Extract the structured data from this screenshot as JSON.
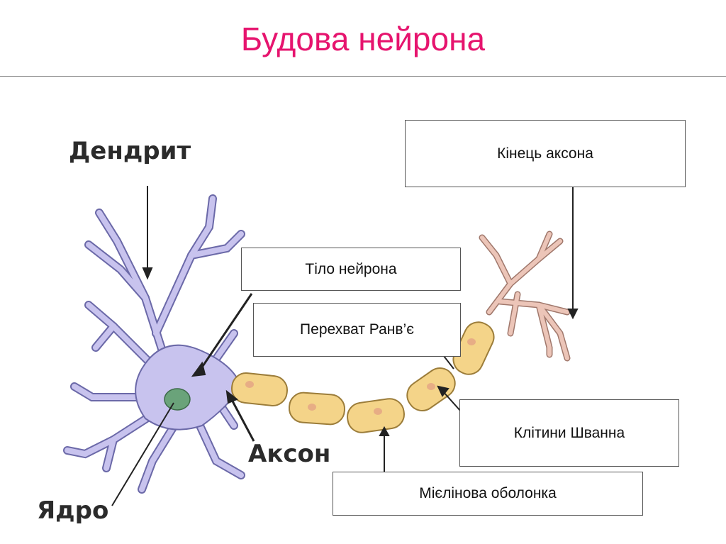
{
  "slide": {
    "title": "Будова нейрона"
  },
  "diagram_labels": {
    "dendrite": "Дендрит",
    "nucleus": "Ядро",
    "axon": "Аксон"
  },
  "boxes": {
    "axon_end": "Кінець аксона",
    "neuron_body": "Тіло нейрона",
    "node_of_ranvier": "Перехват Ранв’є",
    "schwann_cells": "Клітини Шванна",
    "myelin_sheath": "Мієлінова оболонка"
  },
  "colors": {
    "title": "#e6146e",
    "neuron_body": "#c8c3ee",
    "myelin": "#f4d489",
    "terminal": "#ecc5b8",
    "nucleus": "#6aa37a"
  }
}
